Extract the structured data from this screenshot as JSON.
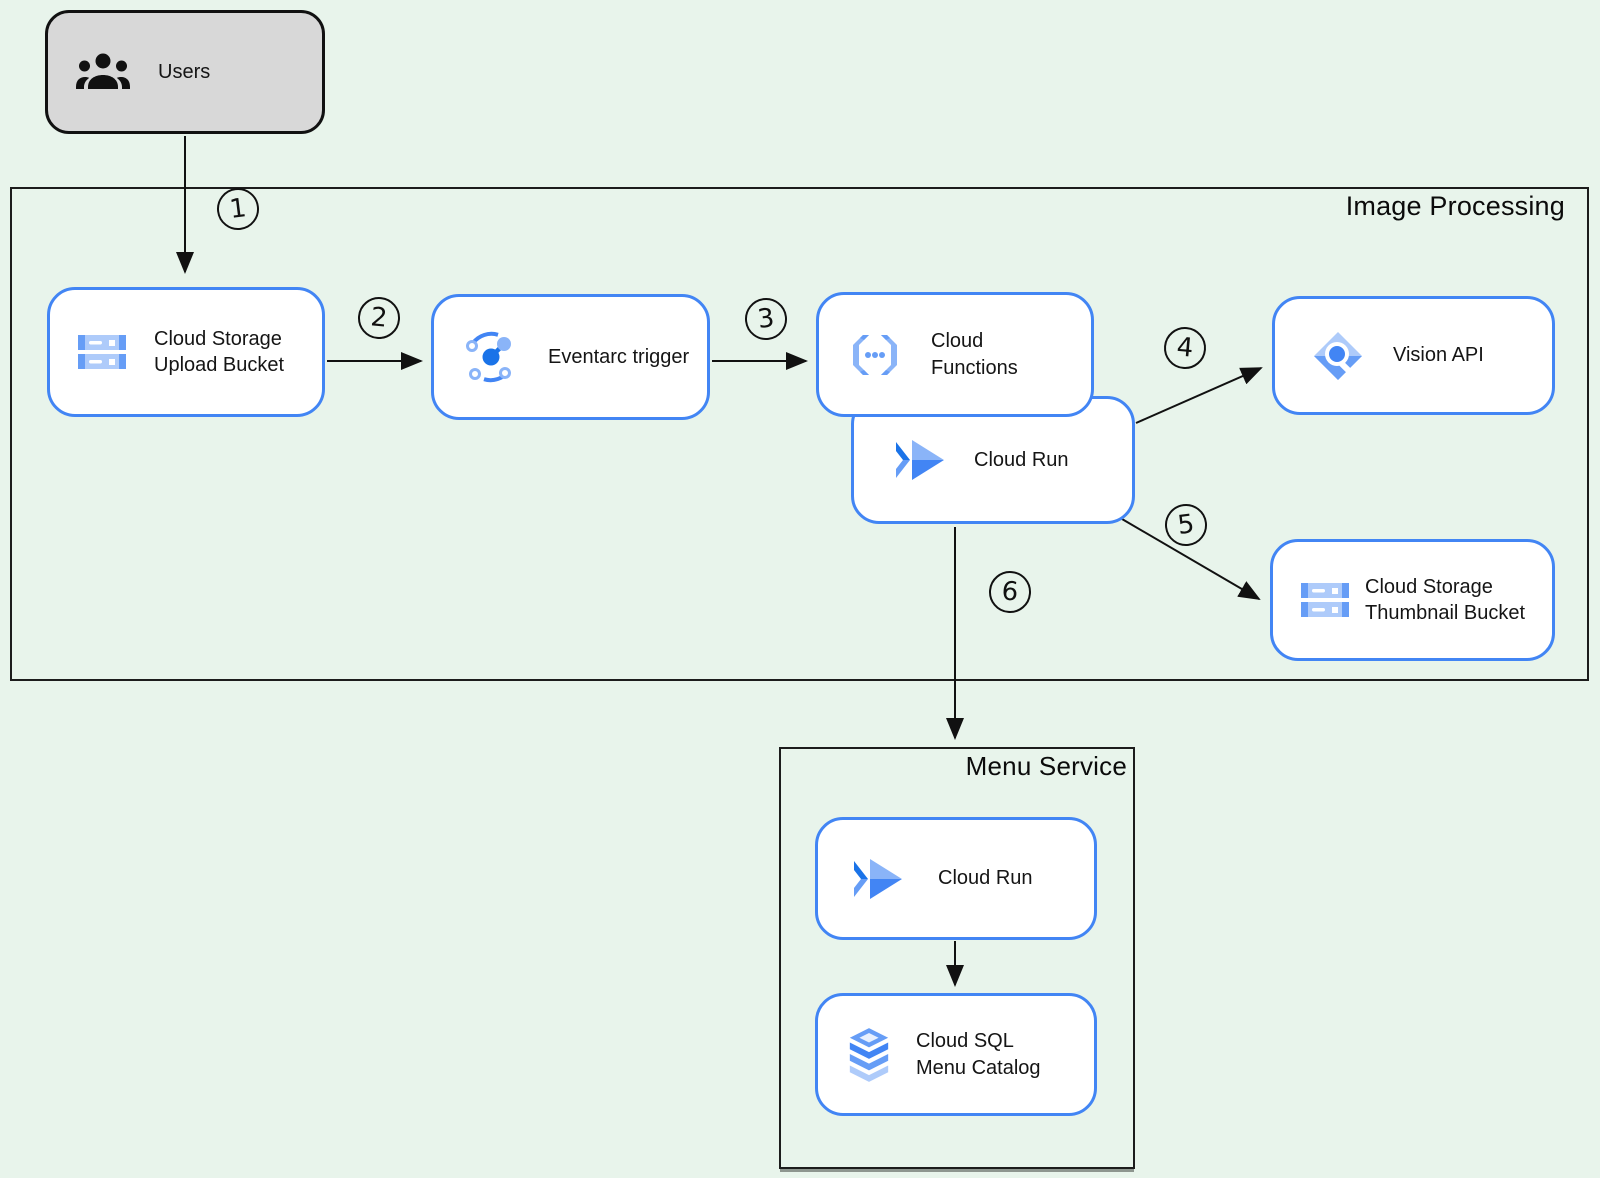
{
  "containers": {
    "image_processing": {
      "label": "Image Processing"
    },
    "menu_service": {
      "label": "Menu Service"
    }
  },
  "nodes": {
    "users": {
      "label": "Users"
    },
    "upload_bucket": {
      "line1": "Cloud Storage",
      "line2": "Upload Bucket"
    },
    "eventarc": {
      "label": "Eventarc trigger"
    },
    "functions": {
      "label": "Cloud Functions"
    },
    "run_image": {
      "label": "Cloud Run"
    },
    "vision": {
      "label": "Vision API"
    },
    "thumb_bucket": {
      "line1": "Cloud Storage",
      "line2": "Thumbnail Bucket"
    },
    "run_menu": {
      "label": "Cloud Run"
    },
    "cloud_sql": {
      "line1": "Cloud SQL",
      "line2": "Menu Catalog"
    }
  },
  "steps": {
    "s1": "1",
    "s2": "2",
    "s3": "3",
    "s4": "4",
    "s5": "5",
    "s6": "6"
  },
  "colors": {
    "node_border_blue": "#4285f4",
    "canvas_green": "#e8f4eb",
    "users_gray": "#d8d8d8",
    "icon_blue_dark": "#1a73e8",
    "icon_blue_mid": "#669df6",
    "icon_blue_light": "#aecbfa"
  }
}
